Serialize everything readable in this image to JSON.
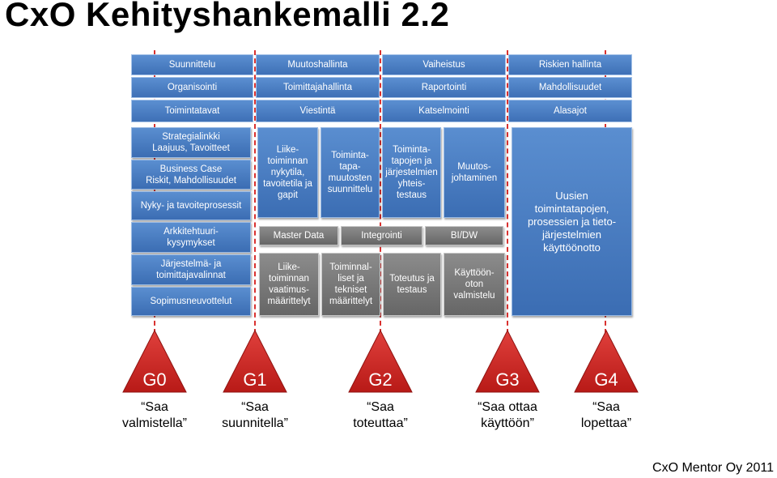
{
  "title": "CxO Kehityshankemalli 2.2",
  "top_grid": [
    [
      "Suunnittelu",
      "Muutoshallinta",
      "Vaiheistus",
      "Riskien hallinta"
    ],
    [
      "Organisointi",
      "Toimittajahallinta",
      "Raportointi",
      "Mahdollisuudet"
    ],
    [
      "Toimintatavat",
      "Viestintä",
      "Katselmointi",
      "Alasajot"
    ]
  ],
  "left_column": [
    "Strategialinkki\nLaajuus, Tavoitteet",
    "Business Case\nRiskit, Mahdollisuudet",
    "Nyky- ja tavoiteprosessit",
    "Arkkitehtuuri-\nkysymykset",
    "Järjestelmä- ja\ntoimittajavalinnat",
    "Sopimusneuvottelut"
  ],
  "middle_top": [
    "Liike-\ntoiminnan\nnykytila,\ntavoitetila ja\ngapit",
    "Toiminta-\ntapa-\nmuutosten\nsuunnittelu",
    "Toiminta-\ntapojen ja\njärjestelmien\nyhteis-\ntestaus",
    "Muutos-\njohtaminen"
  ],
  "middle_bars": [
    "Master Data",
    "Integrointi",
    "BI/DW"
  ],
  "middle_bottom": [
    "Liike-\ntoiminnan\nvaatimus-\nmäärittelyt",
    "Toiminnal-\nliset ja\ntekniset\nmäärittelyt",
    "Toteutus ja\ntestaus",
    "Käyttöön-\noton\nvalmistelu"
  ],
  "right_box": "Uusien\ntoimintatapojen,\nprosessien ja tieto-\njärjestelmien\nkäyttöönotto",
  "gates": [
    {
      "label": "G0",
      "caption": "“Saa\nvalmistella”"
    },
    {
      "label": "G1",
      "caption": "“Saa\nsuunnitella”"
    },
    {
      "label": "G2",
      "caption": "“Saa\ntoteuttaa”"
    },
    {
      "label": "G3",
      "caption": "“Saa ottaa\nkäyttöön”"
    },
    {
      "label": "G4",
      "caption": "“Saa\nlopettaa”"
    }
  ],
  "copyright": "CxO Mentor Oy 2011",
  "colors": {
    "blue": "#4a7fc4",
    "gray": "#7a7a7a",
    "gate_red": "#c8201d",
    "dash": "#d9312f"
  }
}
